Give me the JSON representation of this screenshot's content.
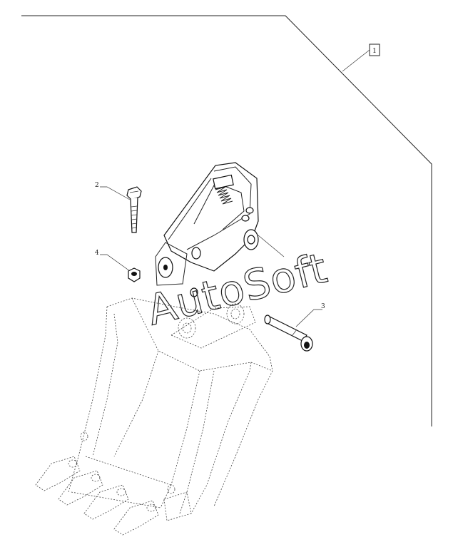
{
  "callouts": {
    "assembly": "1",
    "bolt": "2",
    "pin": "3",
    "nut": "4"
  },
  "watermark": "AutoSoft",
  "colors": {
    "line": "#222222",
    "background": "#ffffff"
  }
}
